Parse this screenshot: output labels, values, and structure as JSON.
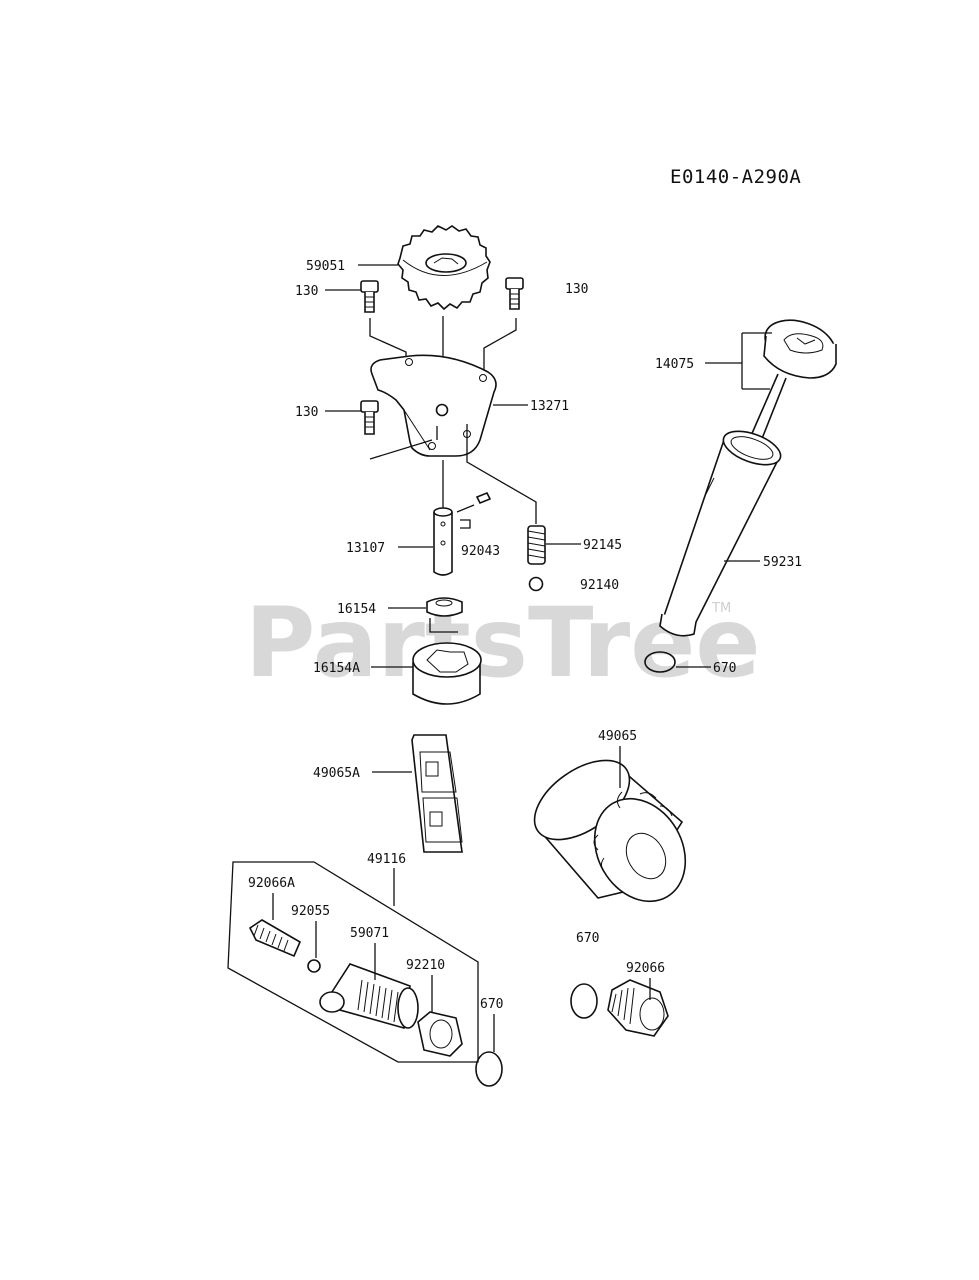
{
  "diagram_code": "E0140-A290A",
  "watermark": {
    "text": "PartsTree",
    "trademark": "TM"
  },
  "parts": {
    "gear": "59051",
    "bolt_left": "130",
    "bolt_right": "130",
    "bolt_lower": "130",
    "cover_plate": "13271",
    "shaft": "13107",
    "pin": "92043",
    "spring": "92145",
    "ball": "92140",
    "inner_rotor": "16154",
    "outer_rotor": "16154A",
    "dipstick_cap": "14075",
    "filler_tube": "59231",
    "tube_oring": "670",
    "screen": "49065A",
    "oil_filter": "49065",
    "fitting_assembly": "49116",
    "relief_valve": "92066A",
    "small_oring": "92055",
    "pipe": "59071",
    "nut": "92210",
    "fitting_oring": "670",
    "drain_oring": "670",
    "drain_plug": "92066"
  }
}
